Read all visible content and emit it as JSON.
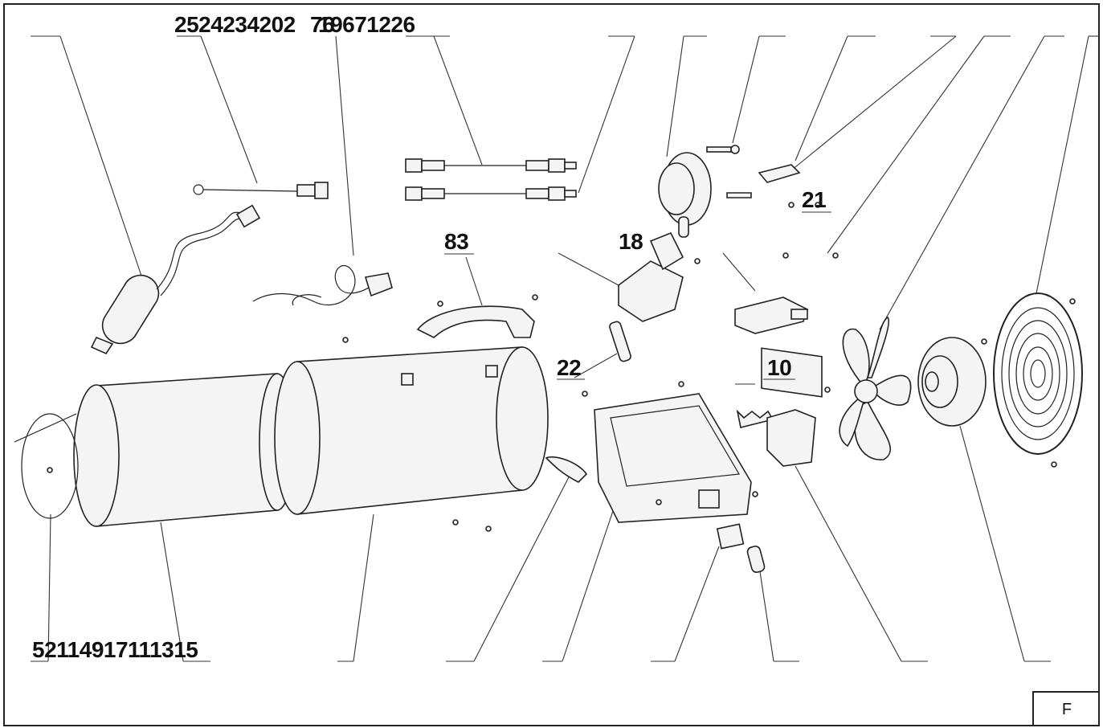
{
  "diagram": {
    "top_label_left": "2524234202",
    "top_label_overlap": "76",
    "top_label_right": "19671226",
    "bottom_label": "52114917111315",
    "callouts": {
      "c83": "83",
      "c18": "18",
      "c21": "21",
      "c22": "22",
      "c10": "10"
    }
  },
  "sheet": {
    "corner_letter": "F"
  }
}
